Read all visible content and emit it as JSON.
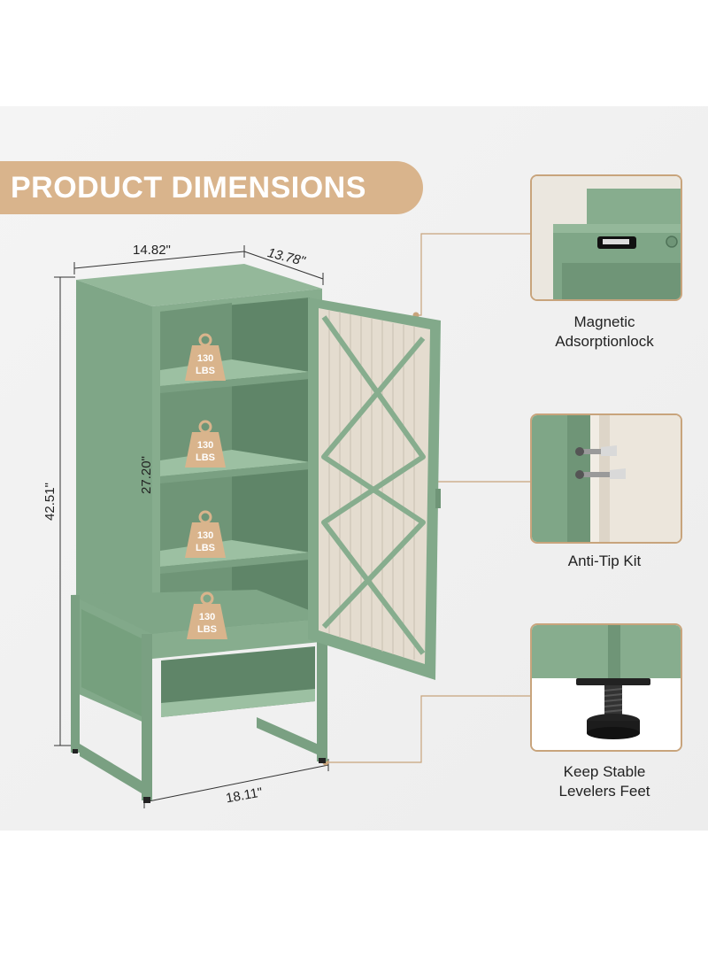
{
  "banner": {
    "title": "PRODUCT DIMENSIONS"
  },
  "dimensions": {
    "width": "14.82\"",
    "depth": "13.78\"",
    "height": "42.51\"",
    "inner_height": "27.20\"",
    "base_width": "18.11\""
  },
  "shelves": [
    {
      "weight": "130",
      "unit": "LBS"
    },
    {
      "weight": "130",
      "unit": "LBS"
    },
    {
      "weight": "130",
      "unit": "LBS"
    },
    {
      "weight": "130",
      "unit": "LBS"
    }
  ],
  "features": [
    {
      "line1": "Magnetic",
      "line2": "Adsorptionlock",
      "icon": "magnetic-lock-icon"
    },
    {
      "line1": "Anti-Tip Kit",
      "line2": "",
      "icon": "anti-tip-kit-icon"
    },
    {
      "line1": "Keep Stable",
      "line2": "Levelers Feet",
      "icon": "leveler-foot-icon"
    }
  ],
  "colors": {
    "cabinet": "#87ad8e",
    "cabinet_dark": "#6f9577",
    "accent": "#d9b48c",
    "frame": "#c8a47c"
  }
}
